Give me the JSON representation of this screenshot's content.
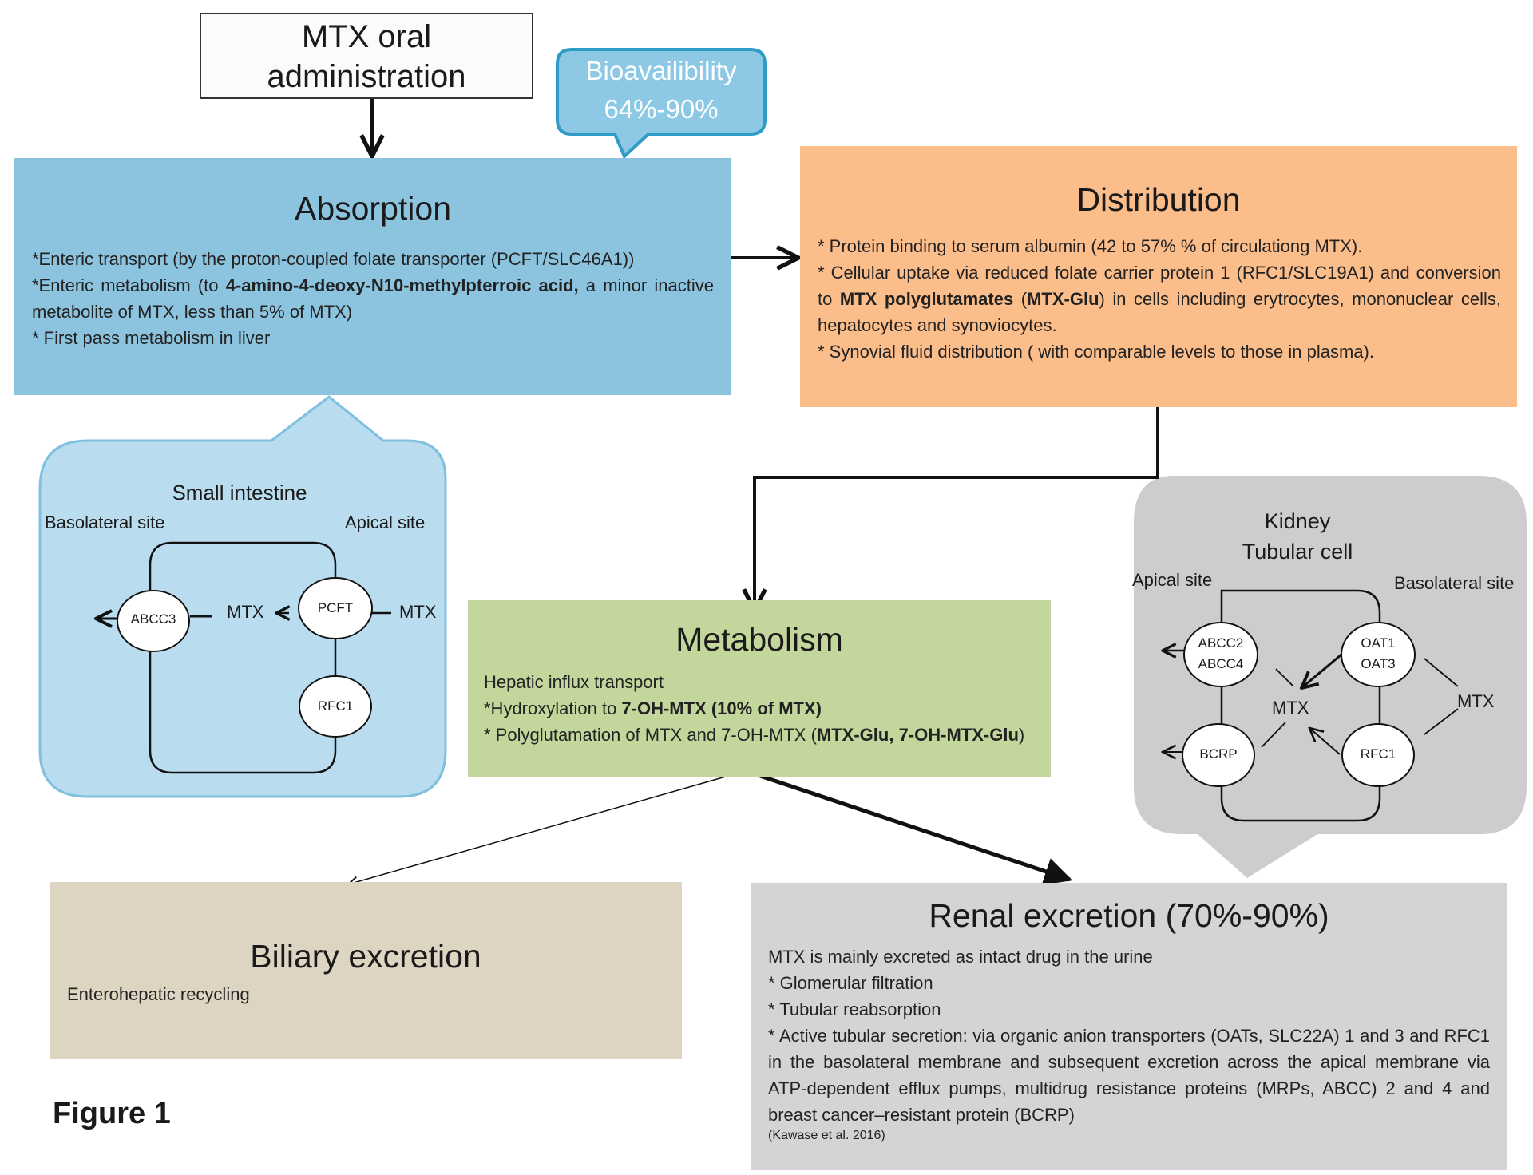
{
  "figure_label": "Figure 1",
  "oral": {
    "line1": "MTX oral",
    "line2": "administration"
  },
  "bioavailability": {
    "line1": "Bioavailibility",
    "line2": "64%-90%"
  },
  "absorption": {
    "title": "Absorption",
    "line1": "*Enteric transport (by the proton-coupled folate transporter (PCFT/SLC46A1))",
    "line2a": "*Enteric metabolism (to ",
    "line2b": "4-amino-4-deoxy-N10-methylpterroic acid,",
    "line2c": " a minor inactive metabolite of MTX,  less than 5% of MTX)",
    "line3": "* First pass metabolism in liver"
  },
  "distribution": {
    "title": "Distribution",
    "line1": "* Protein binding to serum albumin (42 to 57% % of circulationg MTX).",
    "line2a": "* Cellular uptake via reduced folate carrier protein 1 (RFC1/SLC19A1) and conversion to ",
    "line2b": "MTX polyglutamates",
    "line2c": " (",
    "line2d": "MTX-Glu",
    "line2e": ") in cells including erytrocytes, mononuclear cells, hepatocytes and synoviocytes.",
    "line3": "* Synovial fluid distribution ( with comparable levels to those  in plasma)."
  },
  "intestine": {
    "title": "Small intestine",
    "basolateral": "Basolateral site",
    "apical": "Apical site",
    "abcc3": "ABCC3",
    "pcft": "PCFT",
    "rfc1": "RFC1",
    "mtx_inner": "MTX",
    "mtx_outer": "MTX"
  },
  "metabolism": {
    "title": "Metabolism",
    "line1": "Hepatic influx transport",
    "line2a": "*Hydroxylation to ",
    "line2b": "7-OH-MTX  (10% of MTX)",
    "line3a": "* Polyglutamation of MTX and 7-OH-MTX (",
    "line3b": "MTX-Glu,  7-OH-MTX-Glu",
    "line3c": ")"
  },
  "kidney": {
    "title1": "Kidney",
    "title2": "Tubular cell",
    "apical": "Apical site",
    "basolateral": "Basolateral site",
    "abcc2": "ABCC2",
    "abcc4": "ABCC4",
    "oat1": "OAT1",
    "oat3": "OAT3",
    "bcrp": "BCRP",
    "rfc1": "RFC1",
    "mtx_inner": "MTX",
    "mtx_outer": "MTX"
  },
  "biliary": {
    "title": "Biliary excretion",
    "line1": "Enterohepatic recycling"
  },
  "renal": {
    "title": "Renal excretion (70%-90%)",
    "line1": "MTX is mainly excreted  as intact drug in the urine",
    "line2": "* Glomerular filtration",
    "line3": "* Tubular reabsorption",
    "line4": "* Active tubular secretion:  via organic anion transporters (OATs, SLC22A) 1 and 3 and RFC1 in the basolateral membrane and subsequent excretion across the apical membrane via ATP-dependent efflux pumps, multidrug resistance proteins (MRPs, ABCC) 2 and 4 and breast cancer–resistant protein (BCRP)",
    "citation": "(Kawase et al. 2016)"
  },
  "colors": {
    "absorption": "#8cc4df",
    "bioavailability": "#8dc9e5",
    "distribution": "#fbbd8a",
    "intestine": "#b9dcef",
    "metabolism": "#c3d69b",
    "kidney": "#cdcdcf",
    "biliary": "#ddd5c1",
    "renal": "#d4d4d7"
  }
}
